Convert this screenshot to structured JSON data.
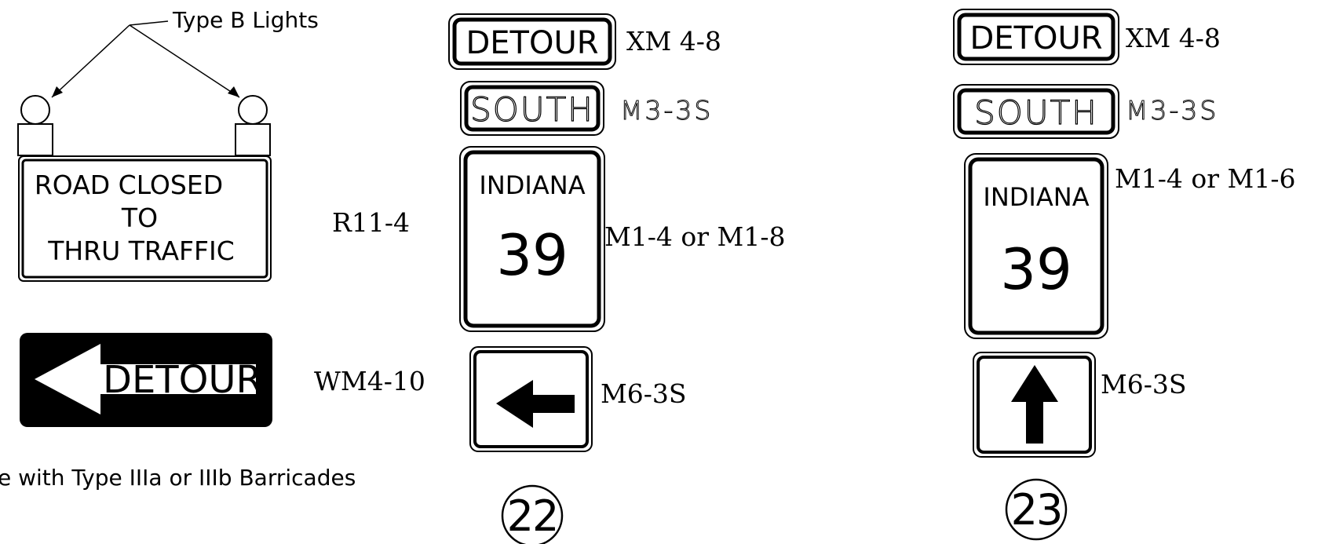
{
  "callout": {
    "label": "Type B Lights"
  },
  "left_column": {
    "road_closed_sign": {
      "line1": "ROAD CLOSED",
      "line2": "TO",
      "line3": "THRU TRAFFIC",
      "code": "R11-4"
    },
    "detour_arrow_sign": {
      "text": "DETOUR",
      "code": "WM4-10"
    },
    "note": "e with Type IIIa or IIIb Barricades"
  },
  "assembly_22": {
    "detour_sign": {
      "text": "DETOUR",
      "code": "XM 4-8"
    },
    "direction_sign": {
      "text": "SOUTH",
      "code": "M3-3S"
    },
    "route_marker": {
      "state": "INDIANA",
      "route": "39",
      "code": "M1-4 or M1-8"
    },
    "arrow_sign": {
      "direction": "left-arrow",
      "code": "M6-3S"
    },
    "number": "22"
  },
  "assembly_23": {
    "detour_sign": {
      "text": "DETOUR",
      "code": "XM 4-8"
    },
    "direction_sign": {
      "text": "SOUTH",
      "code": "M3-3S"
    },
    "route_marker": {
      "state": "INDIANA",
      "route": "39",
      "code": "M1-4 or M1-6"
    },
    "arrow_sign": {
      "direction": "up-arrow",
      "code": "M6-3S"
    },
    "number": "23"
  },
  "colors": {
    "ink": "#000000",
    "paper": "#ffffff"
  }
}
